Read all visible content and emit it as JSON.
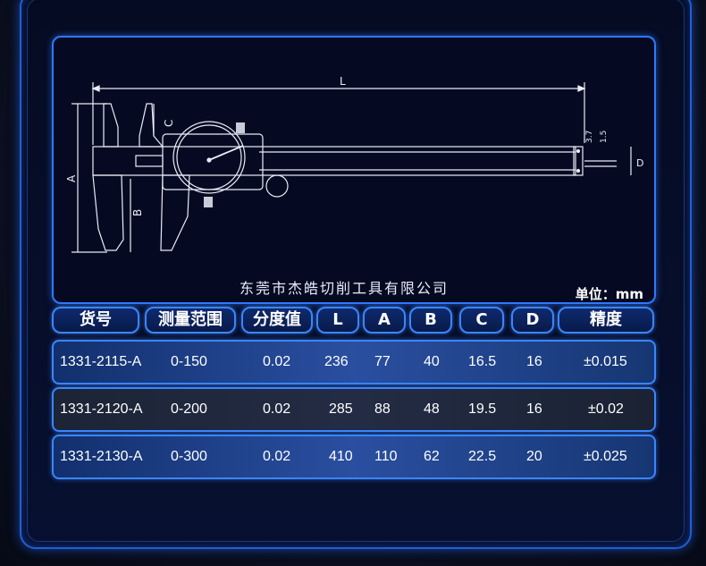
{
  "diagram": {
    "labels": {
      "L": "L",
      "A": "A",
      "B": "B",
      "C": "C",
      "D": "D",
      "d1": "3.7",
      "d2": "1.5"
    },
    "company": "东莞市杰皓切削工具有限公司",
    "unit": "单位：mm"
  },
  "table": {
    "headers": [
      "货号",
      "测量范围",
      "分度值",
      "L",
      "A",
      "B",
      "C",
      "D",
      "精度"
    ],
    "rows": [
      [
        "1331-2115-A",
        "0-150",
        "0.02",
        "236",
        "77",
        "40",
        "16.5",
        "16",
        "±0.015"
      ],
      [
        "1331-2120-A",
        "0-200",
        "0.02",
        "285",
        "88",
        "48",
        "19.5",
        "16",
        "±0.02"
      ],
      [
        "1331-2130-A",
        "0-300",
        "0.02",
        "410",
        "110",
        "62",
        "22.5",
        "20",
        "±0.025"
      ]
    ]
  },
  "colors": {
    "frame": "#2f78ff",
    "panel_bg": "#050a22",
    "text": "#ffffff"
  }
}
